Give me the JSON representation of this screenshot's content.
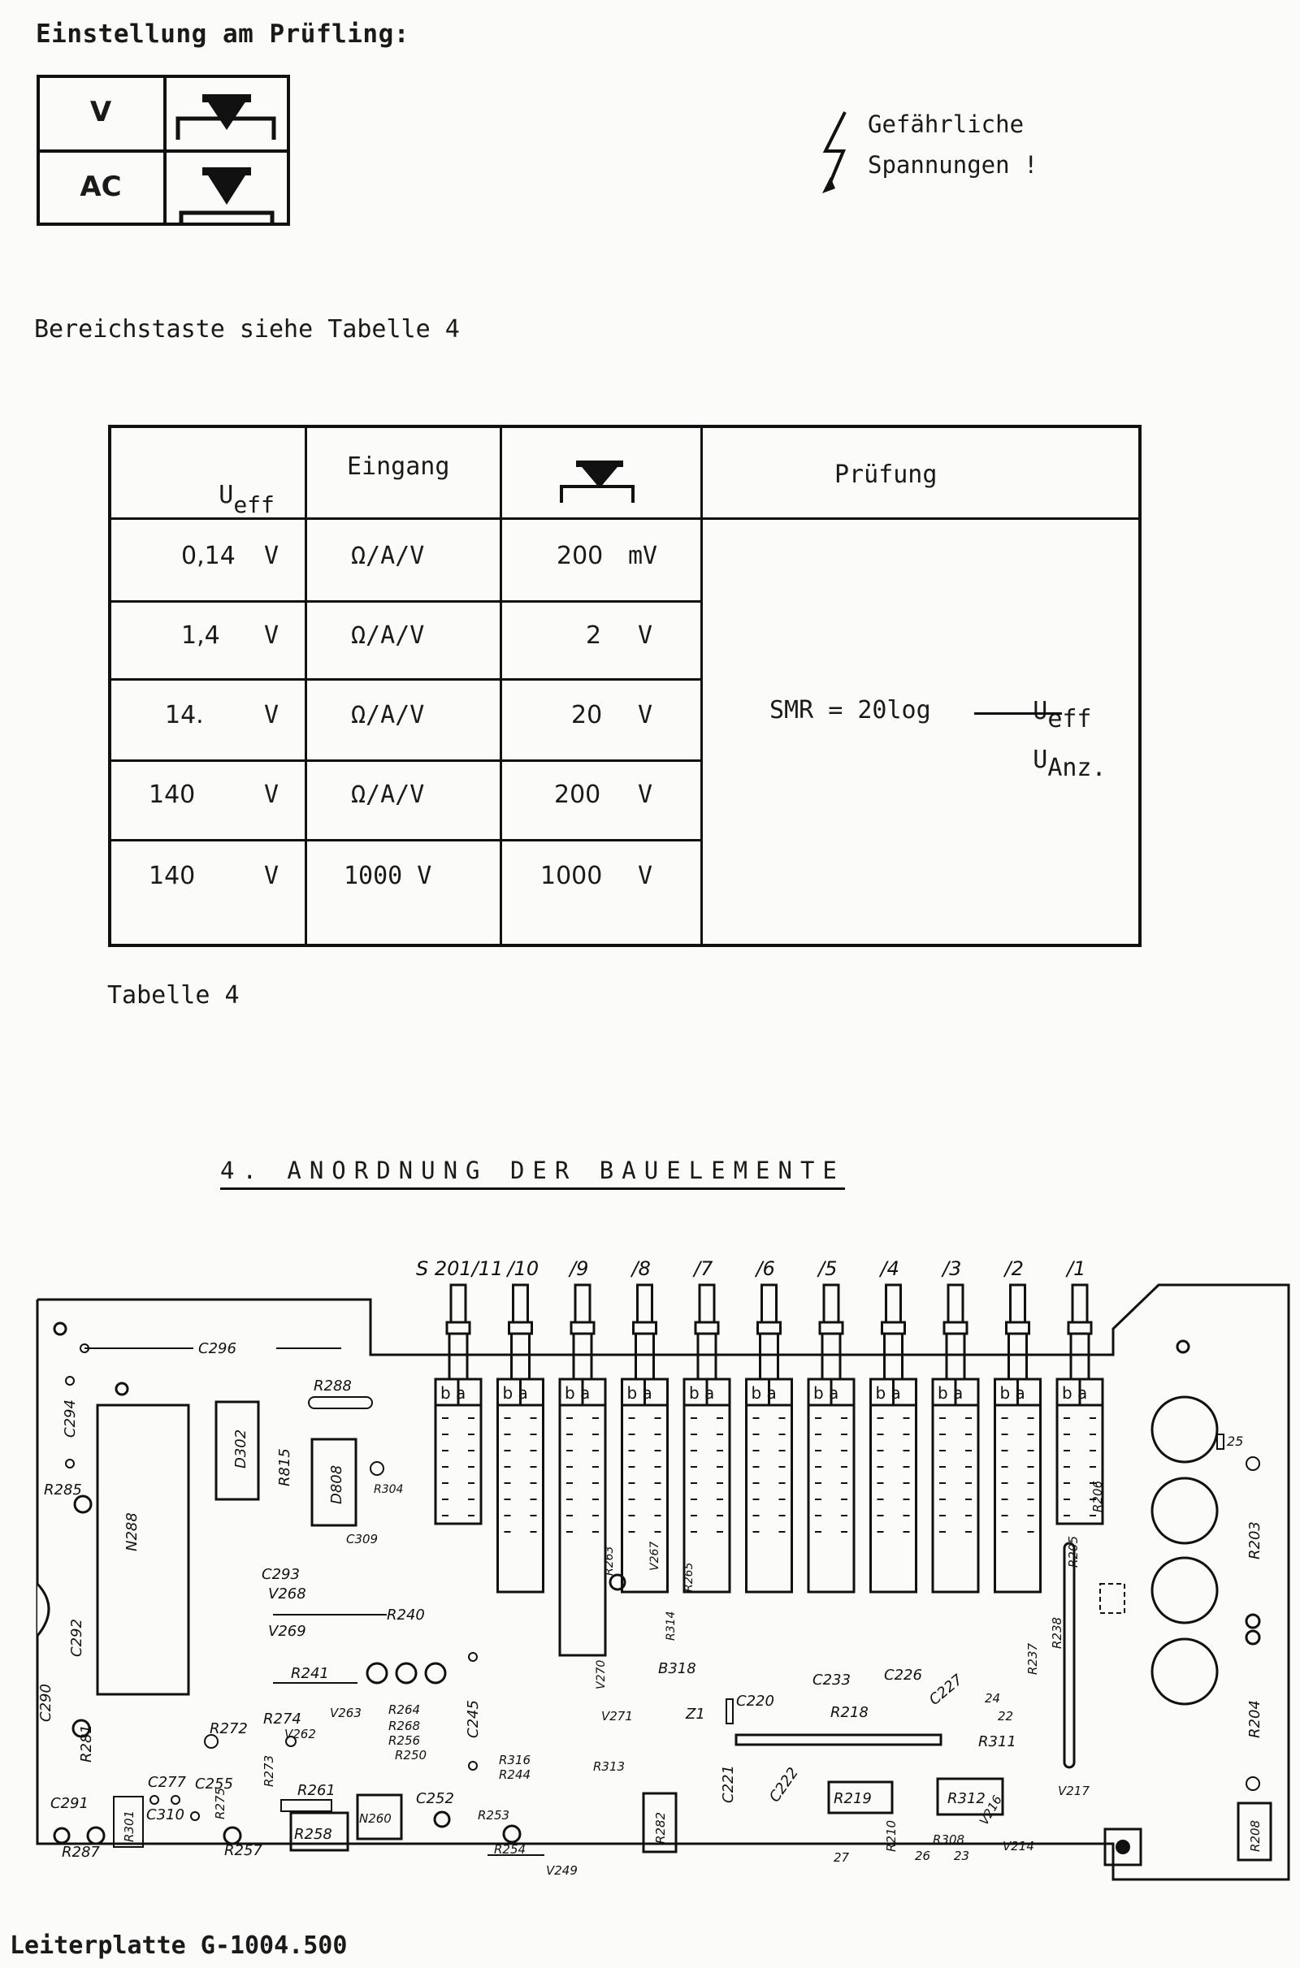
{
  "header": {
    "title": "Einstellung am Prüfling:",
    "setting": {
      "row1_label": "V",
      "row2_label": "AC"
    },
    "warning": {
      "icon": "lightning-bolt-icon",
      "line1": "Gefährliche",
      "line2": "Spannungen !"
    }
  },
  "range_note": "Bereichstaste siehe Tabelle 4",
  "table": {
    "headers": {
      "ueff_main": "U",
      "ueff_sub": "eff",
      "eingang": "Eingang",
      "range_icon": "range-key-icon",
      "pruefung": "Prüfung"
    },
    "rows": [
      {
        "ueff": "0,14",
        "ueff_unit": "V",
        "eingang": "Ω/A/V",
        "range_value": "200",
        "range_unit": "mV"
      },
      {
        "ueff": "1,4",
        "ueff_unit": "V",
        "eingang": "Ω/A/V",
        "range_value": "2",
        "range_unit": "V"
      },
      {
        "ueff": "14.",
        "ueff_unit": "V",
        "eingang": "Ω/A/V",
        "range_value": "20",
        "range_unit": "V"
      },
      {
        "ueff": "140",
        "ueff_unit": "V",
        "eingang": "Ω/A/V",
        "range_value": "200",
        "range_unit": "V"
      },
      {
        "ueff": "140",
        "ueff_unit": "V",
        "eingang": "1000 V",
        "range_value": "1000",
        "range_unit": "V"
      }
    ],
    "formula": {
      "lhs": "SMR = 20log",
      "num_main": "U",
      "num_sub": "eff",
      "den_main": "U",
      "den_sub": "Anz."
    },
    "caption": "Tabelle 4"
  },
  "section_title": "4. ANORDNUNG DER BAUELEMENTE",
  "board": {
    "switch_labels": [
      "S 201/11",
      "/10",
      "/9",
      "/8",
      "/7",
      "/6",
      "/5",
      "/4",
      "/3",
      "/2",
      "/1"
    ],
    "components": {
      "c296": "C296",
      "c294": "C294",
      "r285": "R285",
      "n288": "N288",
      "c292": "C292",
      "c290": "C290",
      "r281": "R281",
      "r287": "R287",
      "c291": "C291",
      "r301": "R301",
      "c277": "C277",
      "c310": "C310",
      "c255": "C255",
      "r275": "R275",
      "r257": "R257",
      "r273": "R273",
      "r272": "R272",
      "r274": "R274",
      "r261": "R261",
      "r258": "R258",
      "n260": "N260",
      "d302": "D302",
      "r815": "R815",
      "d808": "D808",
      "r288": "R288",
      "r304": "R304",
      "c309": "C309",
      "c293": "C293",
      "v268": "V268",
      "r240": "R240",
      "v269": "V269",
      "r241": "R241",
      "v262": "V262",
      "v263": "V263",
      "r264": "R264",
      "r268": "R268",
      "r256": "R256",
      "r250": "R250",
      "c245": "C245",
      "c252": "C252",
      "r253": "R253",
      "r244": "R244",
      "r254": "R254",
      "r316": "R316",
      "v249": "V249",
      "r313": "R313",
      "v271": "V271",
      "r282": "R282",
      "b318": "B318",
      "v270": "V270",
      "r263": "R263",
      "v267": "V267",
      "r314": "R314",
      "r265": "R265",
      "r218": "R218",
      "c233": "C233",
      "c226": "C226",
      "c227": "C227",
      "c220": "C220",
      "c221": "C221",
      "c222": "C222",
      "r219": "R219",
      "r210": "R210",
      "r312": "R312",
      "r311": "R311",
      "r237": "R237",
      "r238": "R238",
      "r206": "R206",
      "r205": "R205",
      "r203": "R203",
      "r204": "R204",
      "r208": "R208",
      "v216": "V216",
      "v217": "V217",
      "v214": "V214",
      "r308": "R308",
      "z1": "Z1",
      "z2": "22",
      "z3": "23",
      "z4": "24",
      "z5": "25",
      "z6": "26",
      "z7": "27"
    },
    "caption": "Leiterplatte G-1004.500"
  }
}
